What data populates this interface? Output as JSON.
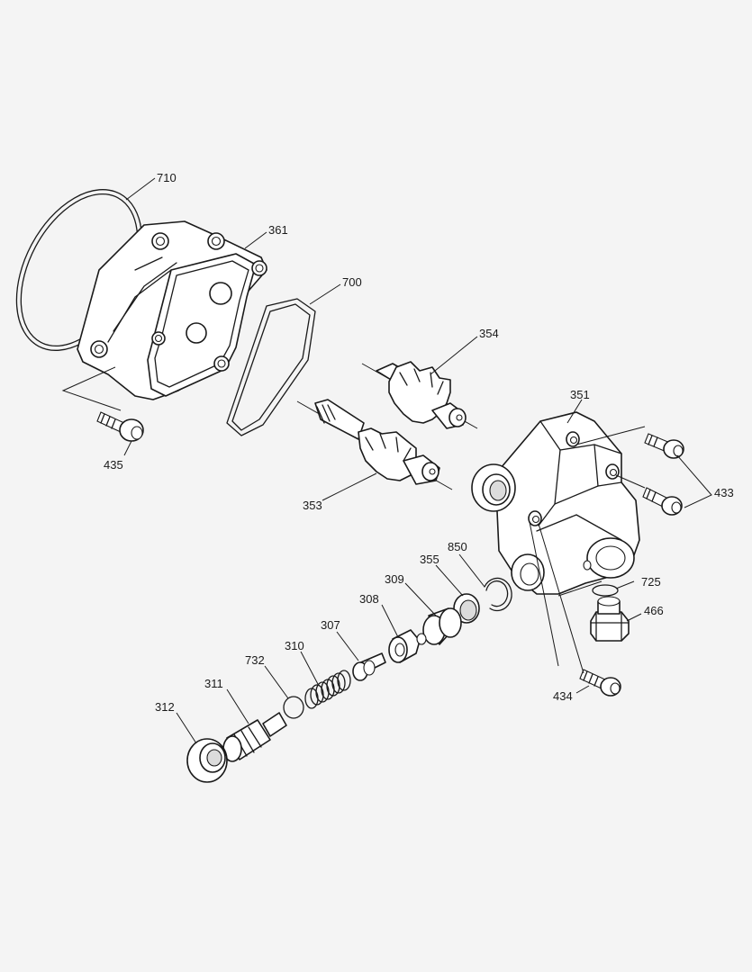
{
  "background_color": "#f4f4f4",
  "line_color": "#1a1a1a",
  "callouts": {
    "c710": "710",
    "c361": "361",
    "c700": "700",
    "c354": "354",
    "c351": "351",
    "c433": "433",
    "c435": "435",
    "c353": "353",
    "c850": "850",
    "c355": "355",
    "c309": "309",
    "c725": "725",
    "c308": "308",
    "c466": "466",
    "c307": "307",
    "c310": "310",
    "c732": "732",
    "c311": "311",
    "c312": "312",
    "c434": "434"
  }
}
